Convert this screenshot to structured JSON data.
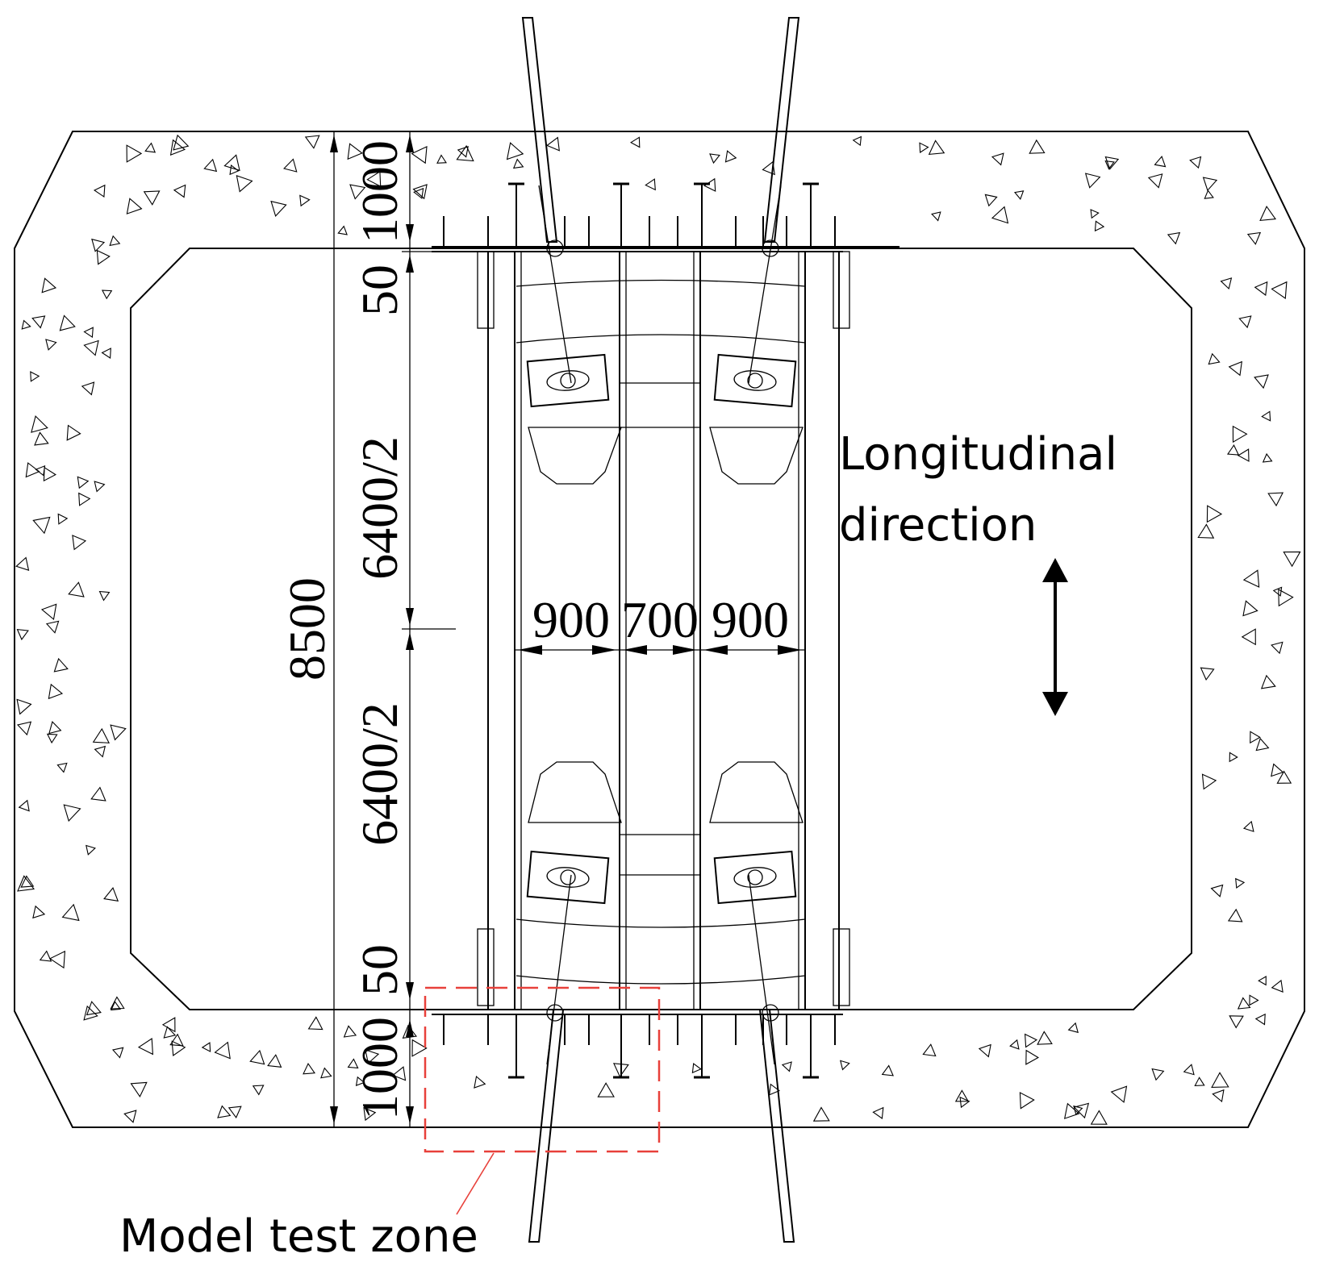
{
  "dimensions": {
    "total": "8500",
    "top_cover": "1000",
    "top_gap": "50",
    "half_upper": "6400/2",
    "half_lower": "6400/2",
    "bottom_gap": "50",
    "bottom_cover": "1000",
    "width_left": "900",
    "width_mid": "700",
    "width_right": "900"
  },
  "labels": {
    "direction_line1": "Longitudinal",
    "direction_line2": "direction",
    "test_zone": "Model test zone"
  },
  "colors": {
    "line": "#000000",
    "test_zone": "#e8403a"
  }
}
